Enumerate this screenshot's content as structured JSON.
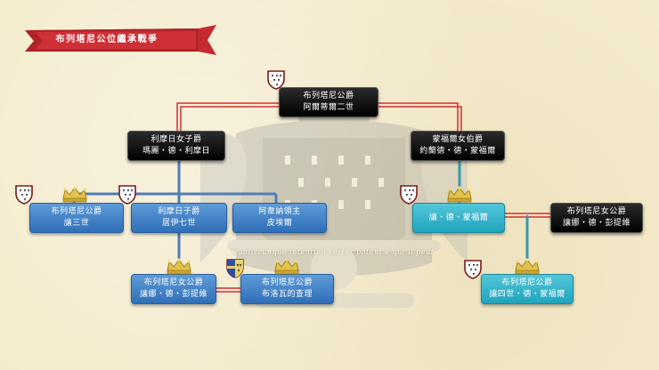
{
  "title": "布列塔尼公位繼承戰爭",
  "motto": "Qualiscunque intention  certer potent e qui il peut",
  "colors": {
    "banner": "#c62a2f",
    "connector_red": "#d62e2e",
    "connector_blue": "#4f7db8",
    "black_box": "#000000",
    "blue_box": "#3a7cc4",
    "teal_box": "#2cb3cb"
  },
  "nodes": {
    "duke_arthur2": {
      "line1": "布列塔尼公爵",
      "line2": "阿爾蒂爾二世"
    },
    "limoges": {
      "line1": "利摩日女子爵",
      "line2": "瑪麗・德・利摩日"
    },
    "montfort_countess": {
      "line1": "蒙福爾女伯爵",
      "line2": "約蘭德・德・蒙福爾"
    },
    "john3": {
      "line1": "布列塔尼公爵",
      "line2": "讓三世"
    },
    "guy7": {
      "line1": "利摩日子爵",
      "line2": "居伊七世"
    },
    "avaugour": {
      "line1": "阿韋訥領主",
      "line2": "皮埃爾"
    },
    "jean_montfort": {
      "line1": "讓・德・蒙福爾",
      "line2": ""
    },
    "joan_penthievre_right": {
      "line1": "布列塔尼女公爵",
      "line2": "讓娜・德・彭提維"
    },
    "joan_penthievre": {
      "line1": "布列塔尼女公爵",
      "line2": "讓娜・德・彭提維"
    },
    "charles_blois": {
      "line1": "布列塔尼公爵",
      "line2": "布洛瓦的查理"
    },
    "john4": {
      "line1": "布列塔尼公爵",
      "line2": "讓四世・德・蒙福爾"
    }
  },
  "icons": [
    "ermine-shield-icon",
    "crown-icon"
  ]
}
